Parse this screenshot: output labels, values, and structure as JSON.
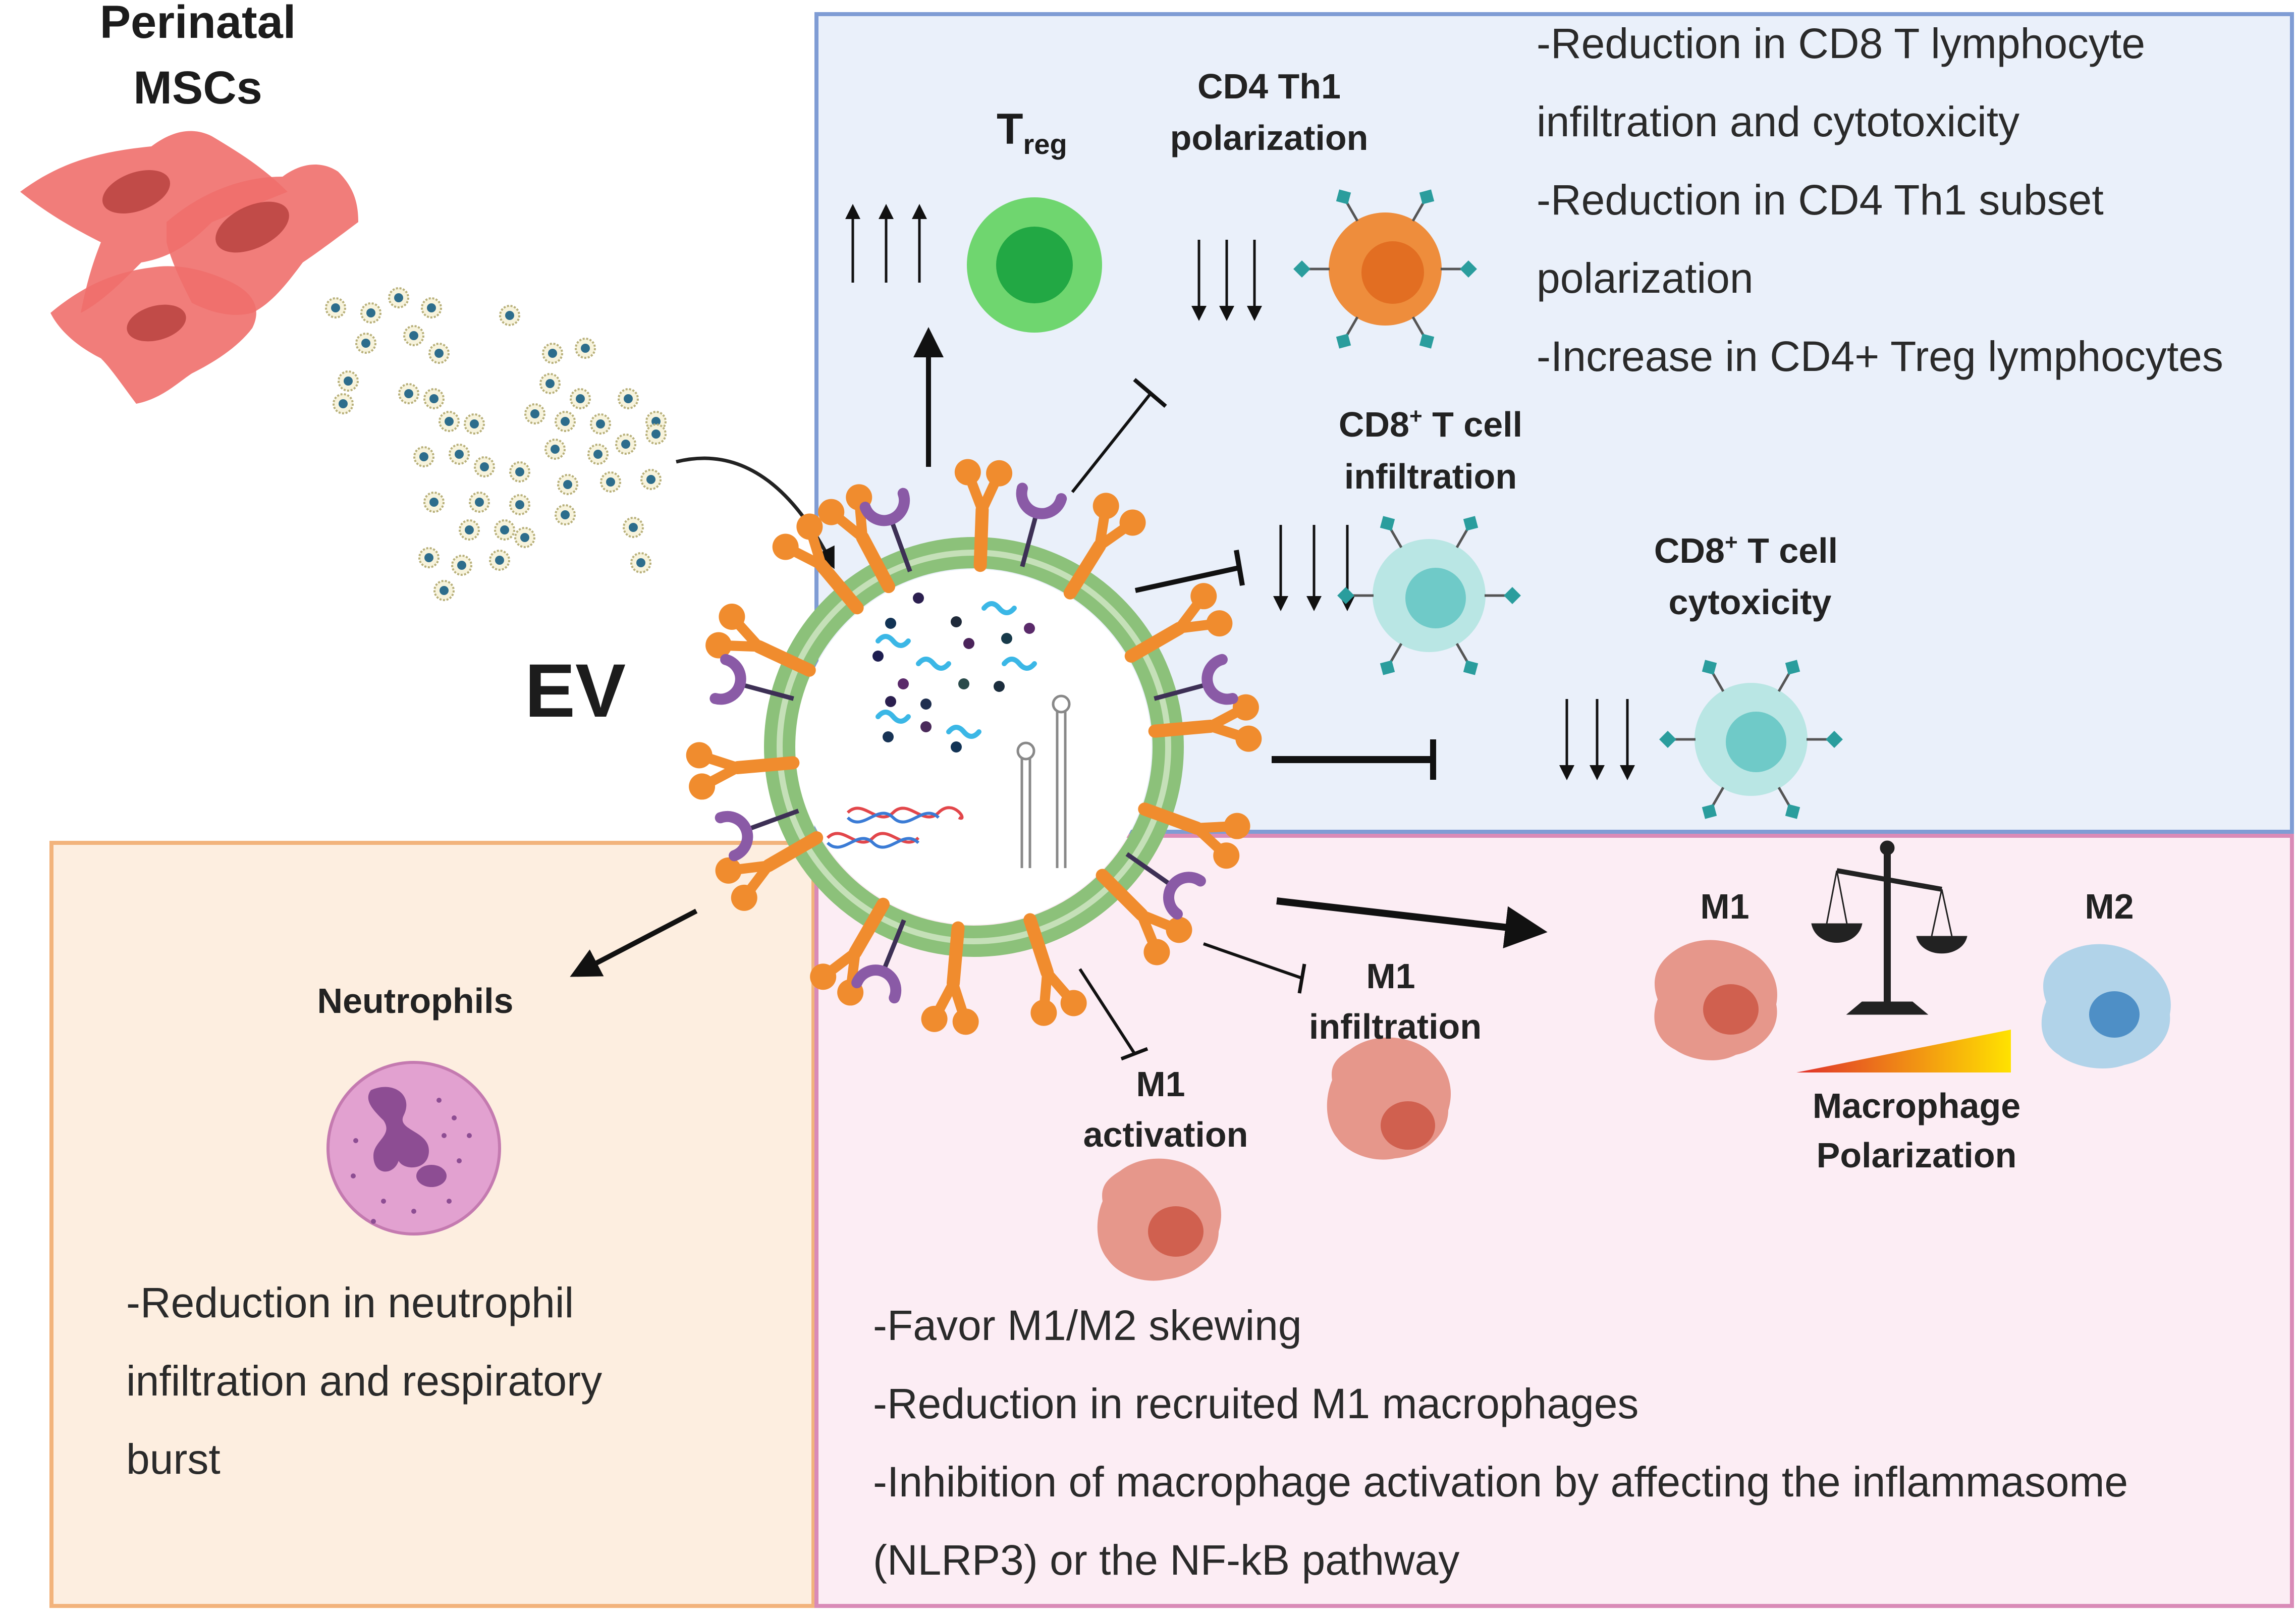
{
  "title_block": {
    "source_line1": "Perinatal",
    "source_line2": "MSCs",
    "ev_label": "EV"
  },
  "lymphocyte_panel": {
    "treg_main": "T",
    "treg_sub": "reg",
    "cd4_line1": "CD4 Th1",
    "cd4_line2": "polarization",
    "cd8inf_main": "CD8",
    "cd8inf_sup": "+",
    "cd8inf_rest": " T cell",
    "cd8inf_line2": "infiltration",
    "cd8cyt_main": "CD8",
    "cd8cyt_sup": "+",
    "cd8cyt_rest": " T cell",
    "cd8cyt_line2": "cytoxicity",
    "notes": [
      "-Reduction in CD8 T lymphocyte",
      "infiltration and cytotoxicity",
      "-Reduction in CD4 Th1 subset",
      "polarization",
      "-Increase in CD4+ Treg lymphocytes"
    ]
  },
  "neutrophil_panel": {
    "label": "Neutrophils",
    "notes": [
      "-Reduction in neutrophil",
      "infiltration and respiratory",
      "burst"
    ]
  },
  "macrophage_panel": {
    "m1_label": "M1",
    "m2_label": "M2",
    "m1_inf_line1": "M1",
    "m1_inf_line2": "infiltration",
    "m1_act_line1": "M1",
    "m1_act_line2": "activation",
    "polar_line1": "Macrophage",
    "polar_line2": "Polarization",
    "notes": [
      "-Favor  M1/M2 skewing",
      "-Reduction in recruited  M1 macrophages",
      "-Inhibition of macrophage activation by affecting the inflammasome",
      "(NLRP3) or the NF-kB pathway"
    ]
  },
  "colors": {
    "lymphocyte_panel_bg": "#eaf0fa",
    "lymphocyte_panel_border": "#7f9cd4",
    "neutrophil_panel_bg": "#fdeee0",
    "neutrophil_panel_border": "#f2b37c",
    "macrophage_panel_bg": "#fcedf4",
    "macrophage_panel_border": "#d98bb7",
    "msc": "#ef6f6c",
    "ev_membrane": "#8cc17a",
    "receptor_orange": "#f08c2e",
    "receptor_purple": "#8a5aa6",
    "treg_green": "#43b649",
    "th1_orange": "#ee8d3c",
    "cd8_teal": "#7ccfd0",
    "neutrophil_pink": "#e2a1d0",
    "m1_red": "#e28778",
    "m2_blue": "#a9cfe8"
  },
  "icons": [
    "msc-cell-icon",
    "exosome-icon",
    "treg-cell-icon",
    "th1-cell-icon",
    "cd8-cell-icon",
    "neutrophil-icon",
    "macrophage-icon",
    "balance-scale-icon",
    "dna-icon",
    "mirna-hairpin-icon"
  ]
}
